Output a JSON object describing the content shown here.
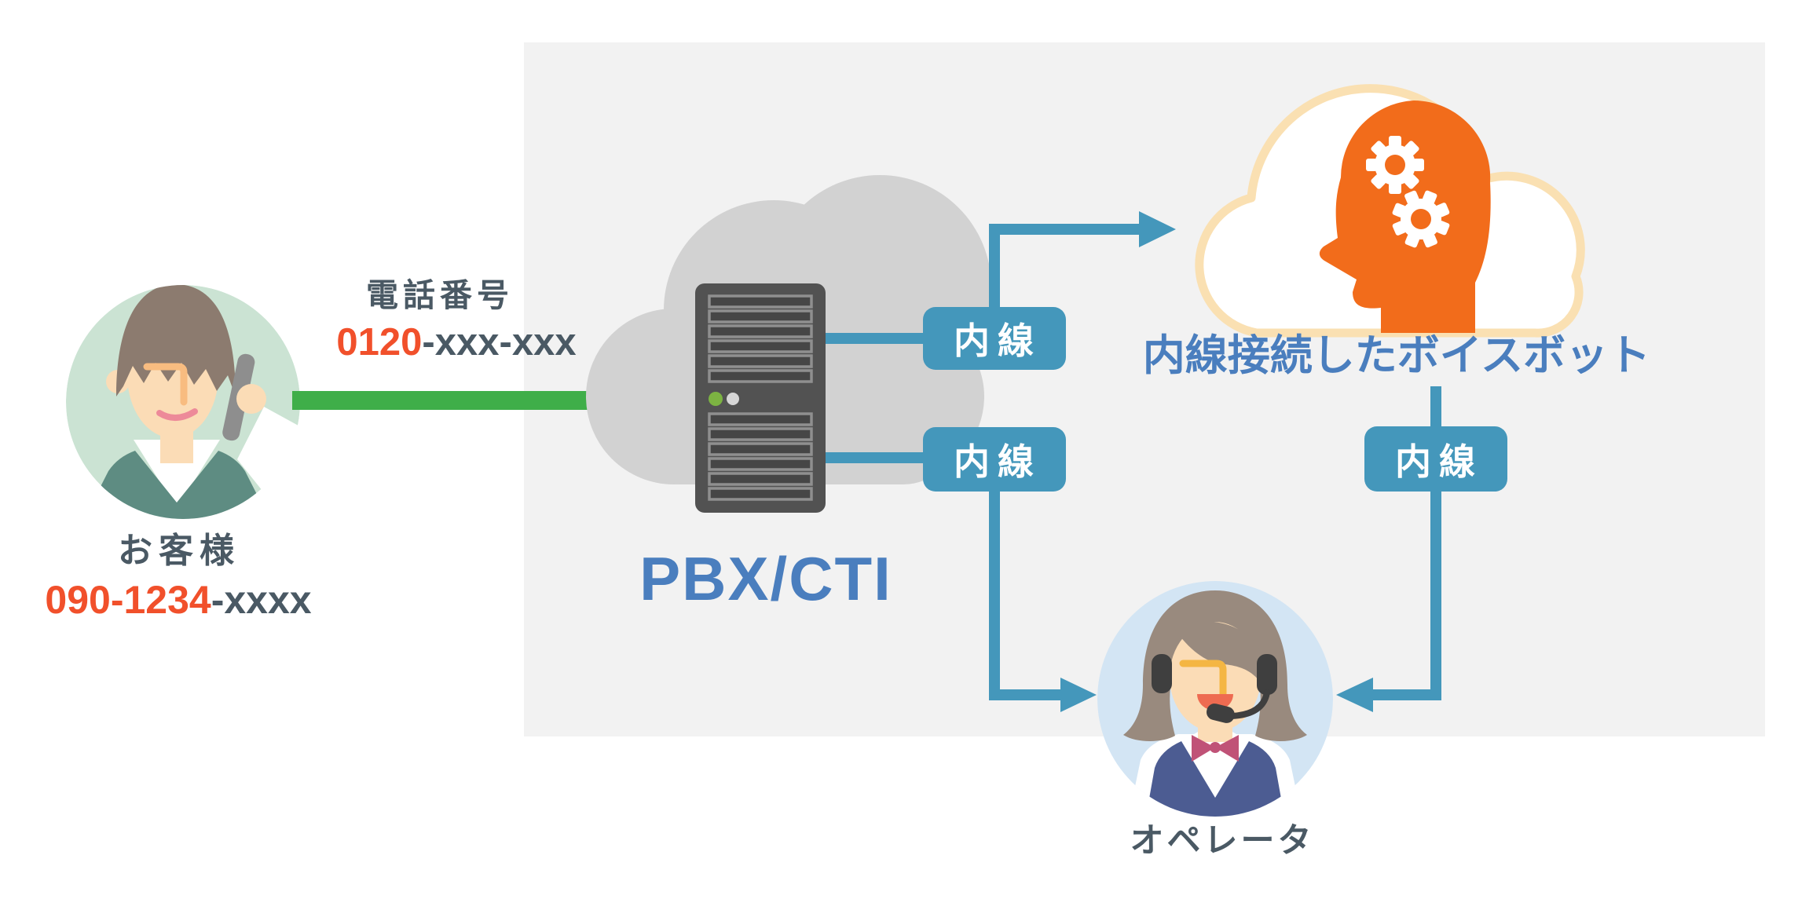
{
  "customer": {
    "label": "お客様",
    "number_accent": "090-1234",
    "number_muted": "-xxxx"
  },
  "call_line": {
    "label": "電話番号",
    "number_accent": "0120",
    "number_muted": "-xxx-xxx"
  },
  "pbx": {
    "label": "PBX/CTI"
  },
  "extension_boxes": [
    {
      "label": "内線"
    },
    {
      "label": "内線"
    },
    {
      "label": "内線"
    }
  ],
  "voicebot": {
    "label": "内線接続したボイスボット"
  },
  "operator": {
    "label": "オペレータ"
  },
  "palette": {
    "panel_gray": "#f2f2f2",
    "call_line_green": "#3fae49",
    "extension_teal": "#4497bb",
    "label_blue": "#4a7ebe",
    "number_accent_orange": "#f1502b",
    "text_dark": "#4a5964",
    "voicebot_head_orange": "#f26c1b",
    "voicebot_cloud_outline": "#fae0b2",
    "pbx_cloud_gray": "#d2d2d2",
    "server_body_gray": "#525252",
    "customer_circle": "#cbe3d3",
    "operator_circle": "#d3e5f4"
  }
}
